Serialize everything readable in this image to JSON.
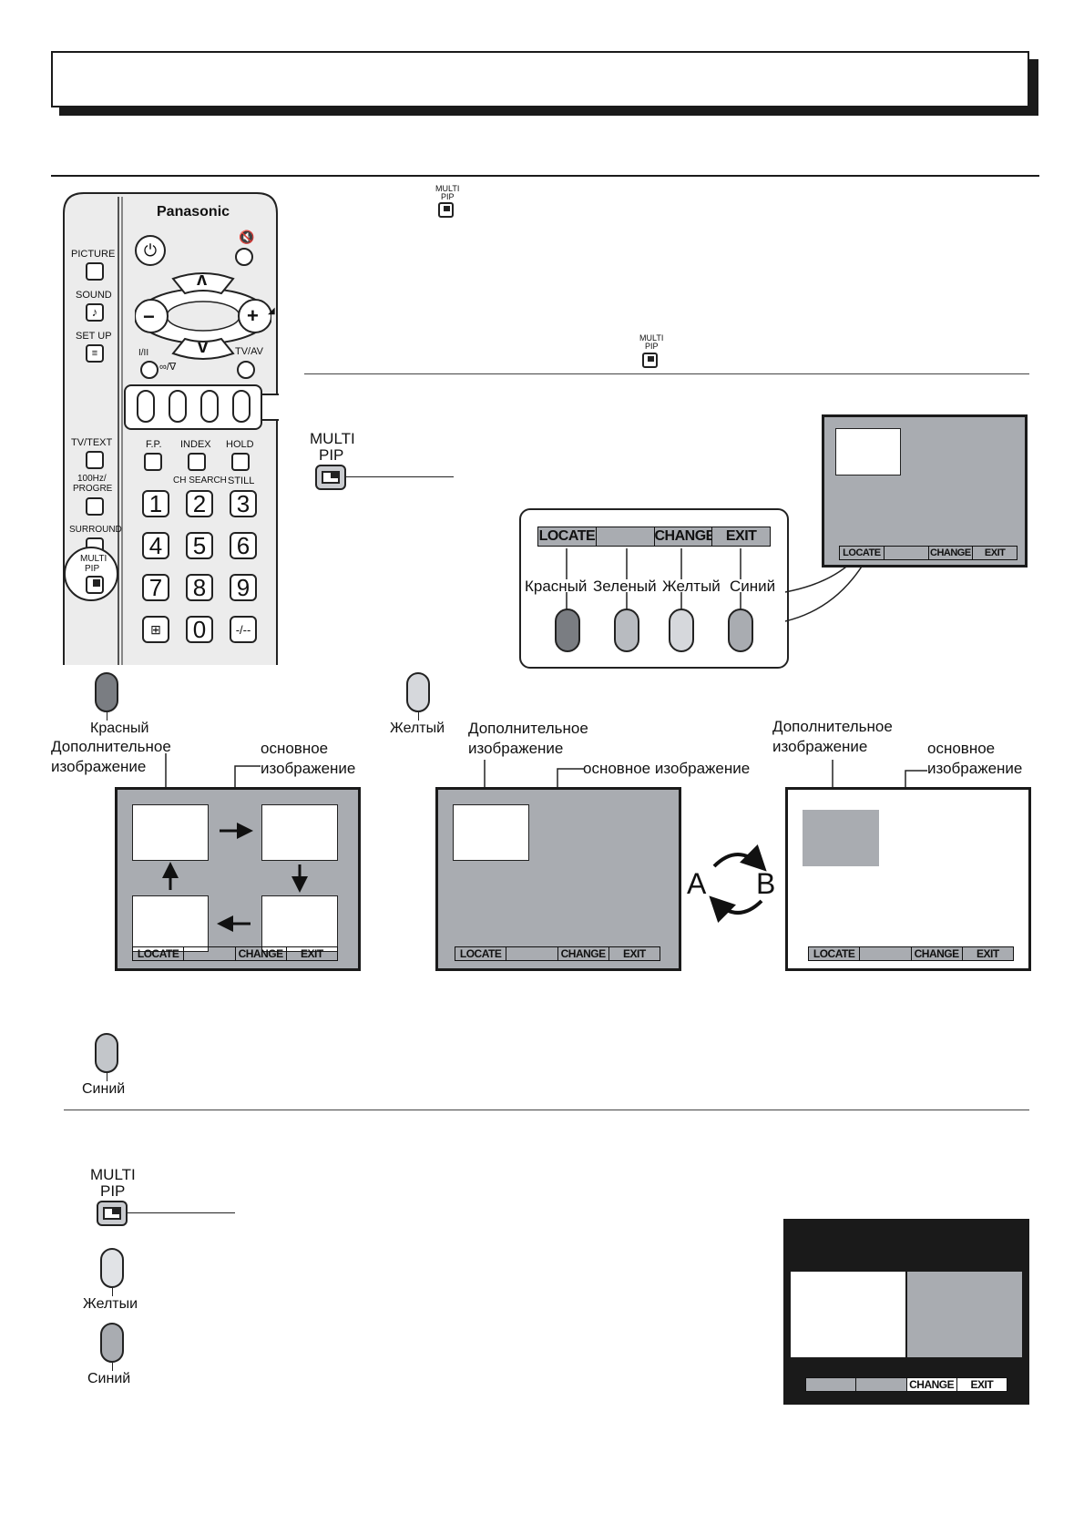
{
  "remote": {
    "brand": "Panasonic",
    "picture_label": "PICTURE",
    "sound_label": "SOUND",
    "setup_label": "SET UP",
    "mono_label": "I/II",
    "stereo_label": "∞/∇",
    "tvav_label": "TV/AV",
    "tvtext_label": "TV/TEXT",
    "fp_label": "F.P.",
    "index_label": "INDEX",
    "hold_label": "HOLD",
    "hz_label_1": "100Hz/",
    "hz_label_2": "PROGRE",
    "chsearch_label": "CH SEARCH",
    "still_label": "STILL",
    "surround_label": "SURROUND",
    "multi_label": "MULTI",
    "pip_label": "PIP",
    "digits": [
      "1",
      "2",
      "3",
      "4",
      "5",
      "6",
      "7",
      "8",
      "9"
    ],
    "zero": "0",
    "dash": "-/--",
    "minus": "−",
    "plus": "+",
    "up": "ʌ",
    "down": "v"
  },
  "top_section": {
    "small_multi": "MULTI",
    "small_pip": "PIP",
    "multi_label": "MULTI",
    "pip_label": "PIP"
  },
  "menu_callout": {
    "items": [
      "LOCATE",
      "",
      "CHANGE",
      "EXIT"
    ],
    "colors": [
      "Красный",
      "Зеленый",
      "Желтый",
      "Синий"
    ],
    "button_colors": [
      "#7a7d82",
      "#b8bbc0",
      "#d6d8dc",
      "#a9acb1"
    ]
  },
  "screen_menu": {
    "items": [
      "LOCATE",
      "",
      "CHANGE",
      "EXIT"
    ]
  },
  "red_section": {
    "button_label": "Красный",
    "sub_label_1": "Дополнительное",
    "sub_label_2": "изображение",
    "main_label_1": "основное",
    "main_label_2": "изображение"
  },
  "yellow_section": {
    "button_label": "Желтый",
    "sub_label_1": "Дополнительное",
    "sub_label_2": "изображение",
    "main_label": "основное изображение",
    "state_a": "A",
    "state_b": "B",
    "b_sub_label_1": "Дополнительное",
    "b_sub_label_2": "изображение",
    "b_main_label_1": "основное",
    "b_main_label_2": "изображение"
  },
  "blue_section": {
    "button_label": "Синий"
  },
  "bottom_section": {
    "multi_label": "MULTI",
    "pip_label": "PIP",
    "yellow_label": "Желтыи",
    "blue_label": "Синий",
    "menu_items": [
      "",
      "",
      "CHANGE",
      "EXIT"
    ]
  },
  "colors": {
    "screen_gray": "#a9acb1",
    "dark": "#1a1a1a",
    "remote_body": "#ececec"
  }
}
